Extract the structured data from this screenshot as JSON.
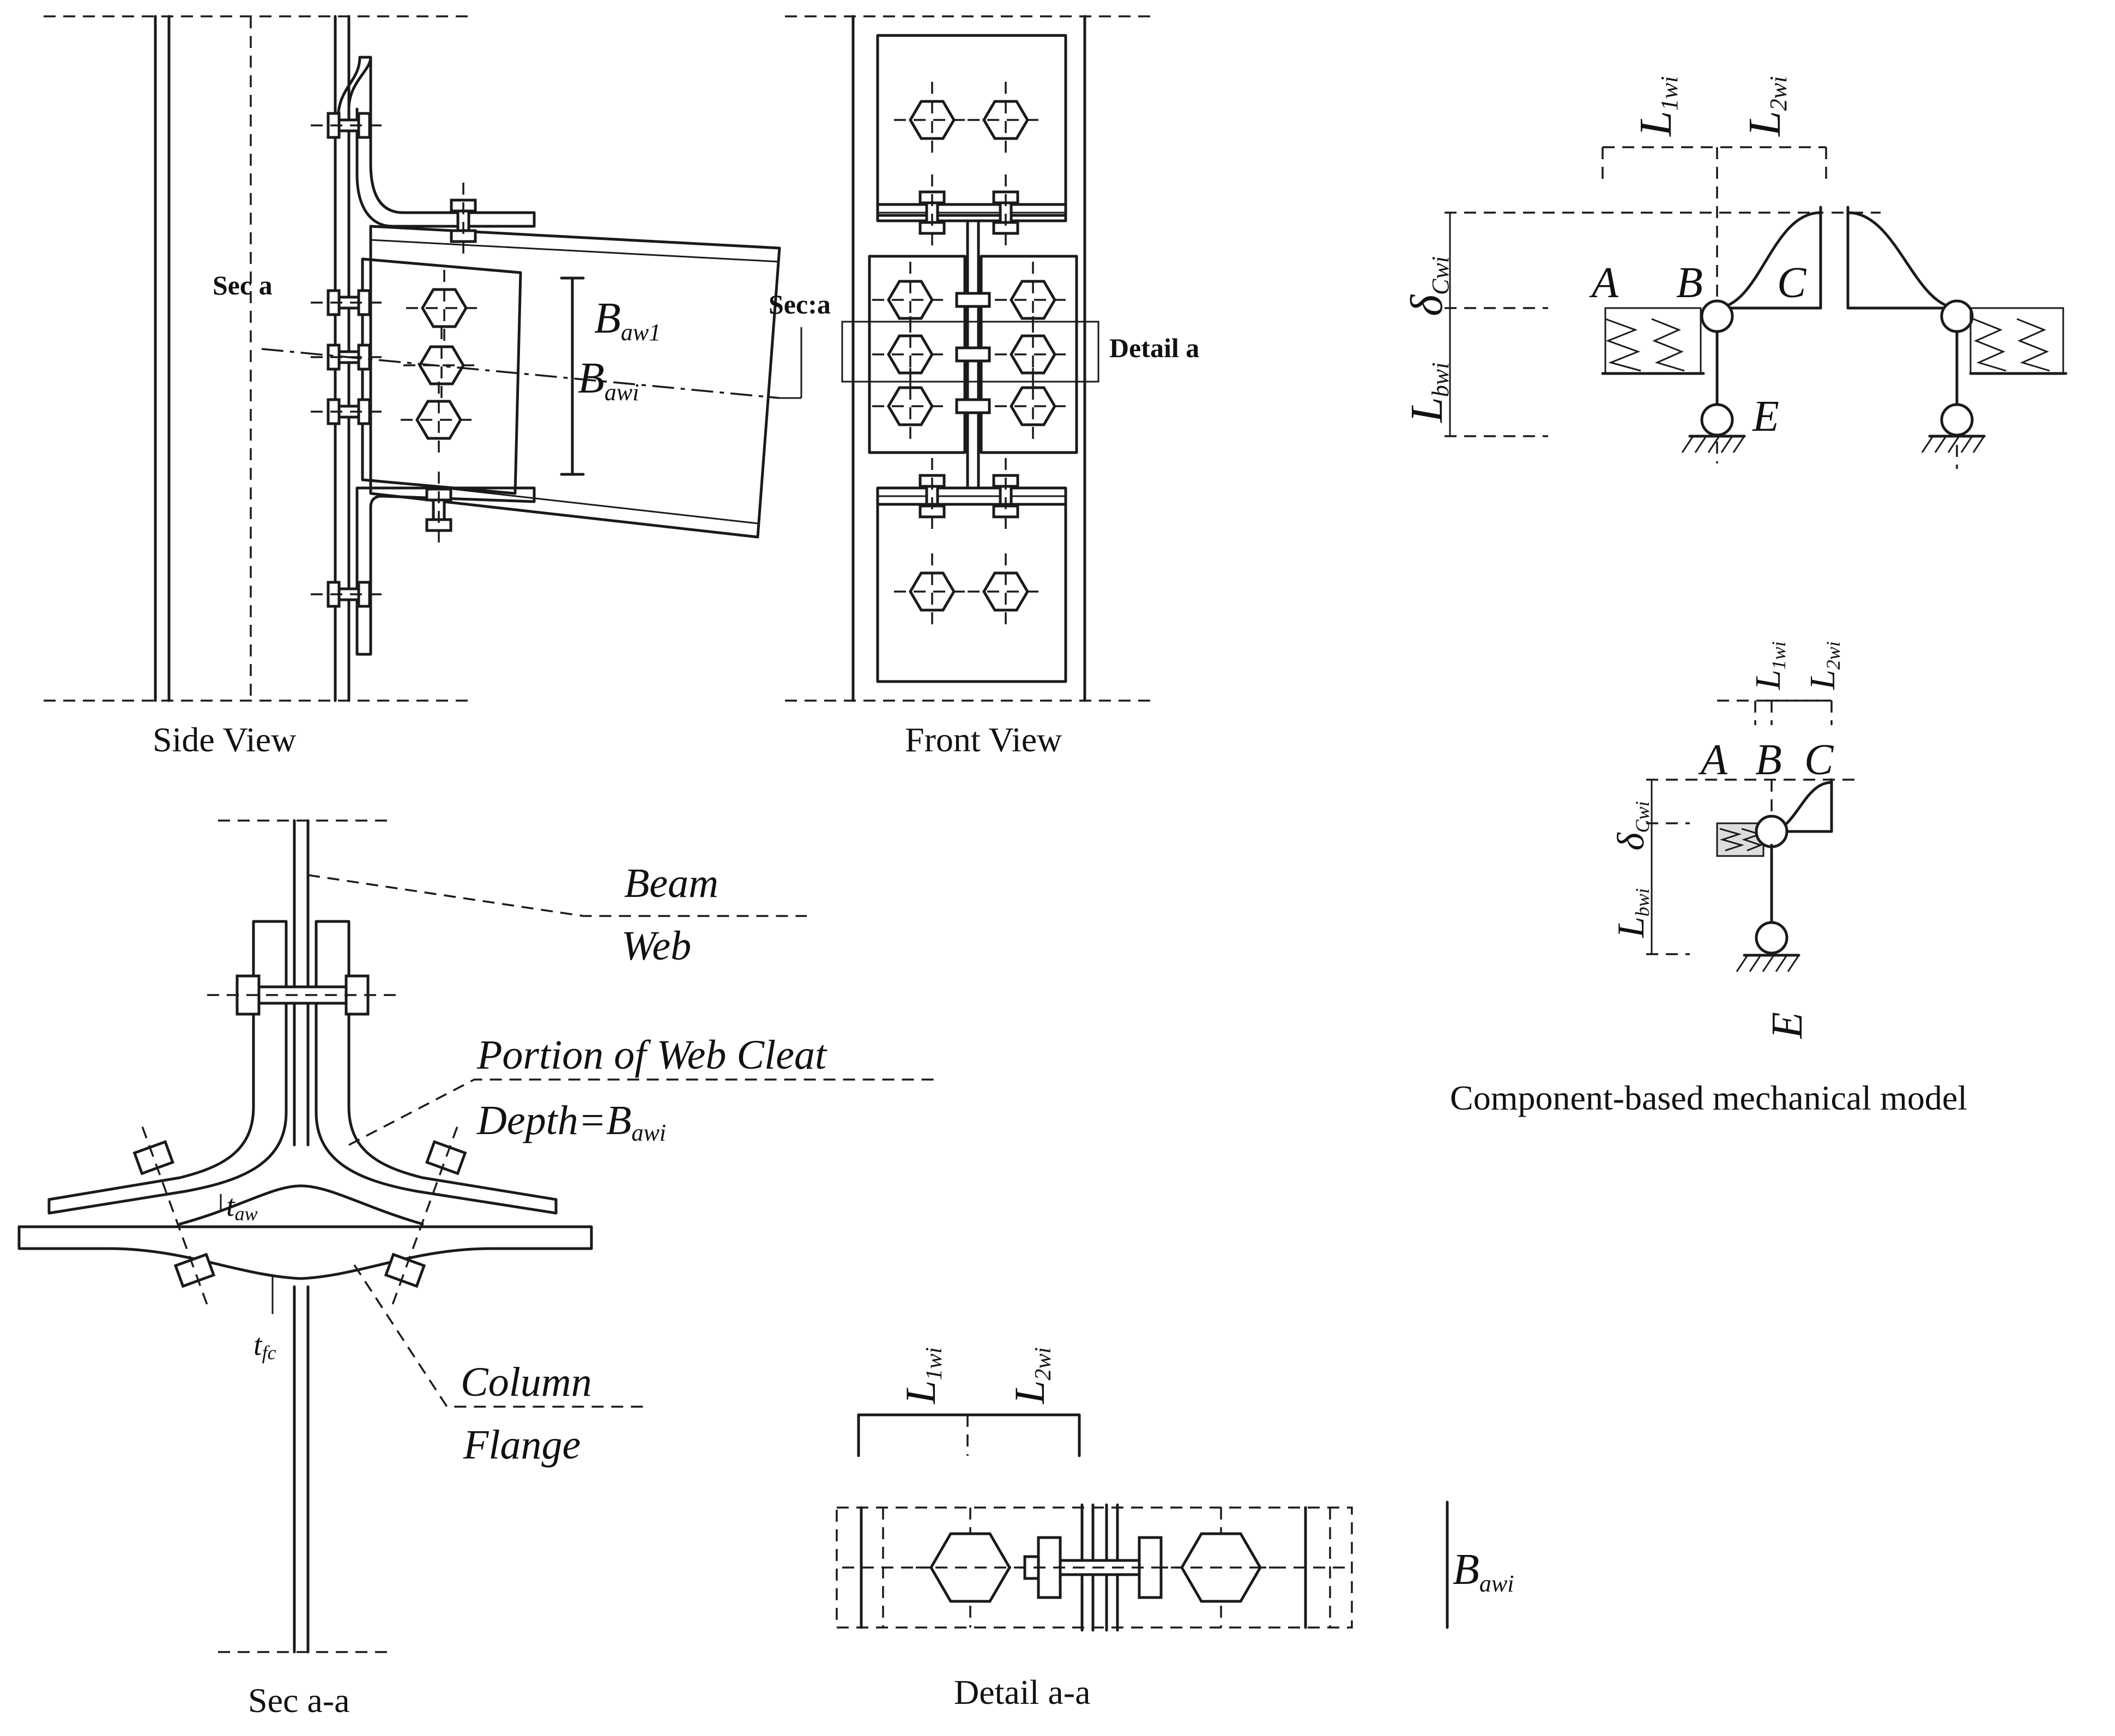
{
  "captions": {
    "side_view": "Side View",
    "front_view": "Front View",
    "sec_aa": "Sec a-a",
    "detail_aa": "Detail a-a",
    "model": "Component-based mechanical model"
  },
  "side_view": {
    "sec_a_label": "Sec a",
    "sec_a_right_label": "Sec:a",
    "b_aw1": "B",
    "b_aw1_sub": "aw1",
    "b_awi": "B",
    "b_awi_sub": "awi"
  },
  "front_view": {
    "detail_label": "Detail a"
  },
  "sec_aa": {
    "beam_web_line1": "Beam",
    "beam_web_line2": "Web",
    "cleat_line1": "Portion of Web Cleat",
    "cleat_line2": "Depth=B",
    "cleat_sub": "awi",
    "t_aw": "t",
    "t_aw_sub": "aw",
    "t_fc": "t",
    "t_fc_sub": "fc",
    "column_flange_line1": "Column",
    "column_flange_line2": "Flange"
  },
  "detail_aa": {
    "l1": "L",
    "l1_sub": "1wi",
    "l2": "L",
    "l2_sub": "2wi",
    "b": "B",
    "b_sub": "awi"
  },
  "model_top": {
    "l1": "L",
    "l1_sub": "1wi",
    "l2": "L",
    "l2_sub": "2wi",
    "delta": "δ",
    "delta_sub": "Cwi",
    "lb": "L",
    "lb_sub": "bwi",
    "point_a": "A",
    "point_b": "B",
    "point_c": "C",
    "point_e": "E"
  },
  "model_small": {
    "l1": "L",
    "l1_sub": "1wi",
    "l2": "L",
    "l2_sub": "2wi",
    "delta": "δ",
    "delta_sub": "Cwi",
    "lb": "L",
    "lb_sub": "bwi",
    "point_a": "A",
    "point_b": "B",
    "point_c": "C",
    "point_e": "E"
  }
}
